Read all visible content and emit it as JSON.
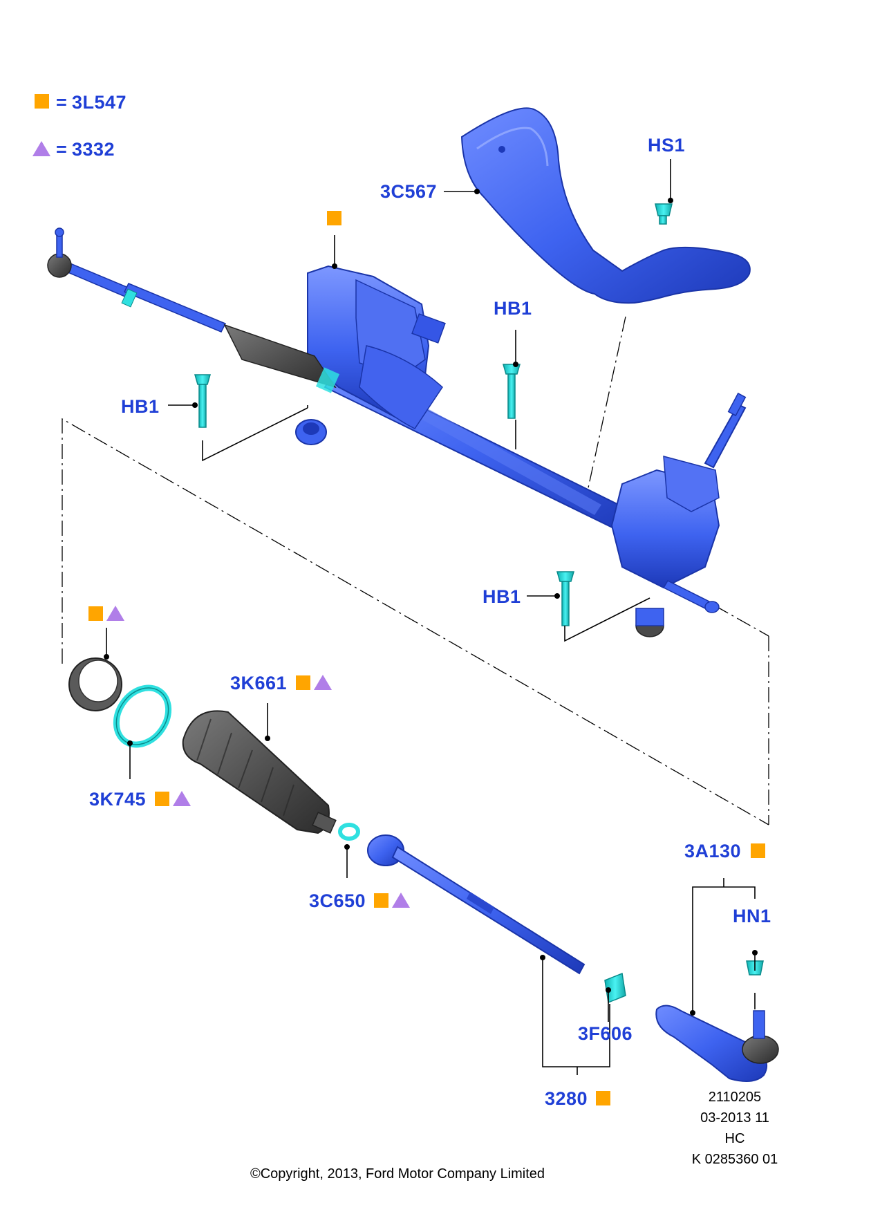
{
  "colors": {
    "label": "#1f3fd6",
    "part_blue": "#3e63f0",
    "part_blue_dark": "#1d39b8",
    "part_cyan": "#2fe0e0",
    "part_gray": "#4a4a4a",
    "square_marker": "#ffa500",
    "triangle_marker": "#b07ee8",
    "leader": "#000000"
  },
  "legend": [
    {
      "marker": "square",
      "eq": "=",
      "code": "3L547"
    },
    {
      "marker": "triangle",
      "eq": "=",
      "code": "3332"
    }
  ],
  "callouts": {
    "c3C567": {
      "code": "3C567"
    },
    "cHS1": {
      "code": "HS1"
    },
    "cHB1_top": {
      "code": "HB1"
    },
    "cHB1_left": {
      "code": "HB1"
    },
    "cHB1_bottom": {
      "code": "HB1"
    },
    "c3K661": {
      "code": "3K661"
    },
    "c3K745": {
      "code": "3K745"
    },
    "c3C650": {
      "code": "3C650"
    },
    "c3A130": {
      "code": "3A130"
    },
    "cHN1": {
      "code": "HN1"
    },
    "c3F606": {
      "code": "3F606"
    },
    "c3280": {
      "code": "3280"
    }
  },
  "reference": {
    "line1": "2110205",
    "line2": "03-2013 11",
    "line3": "HC",
    "line4": "K 0285360 01"
  },
  "copyright": "©Copyright, 2013, Ford Motor Company Limited"
}
